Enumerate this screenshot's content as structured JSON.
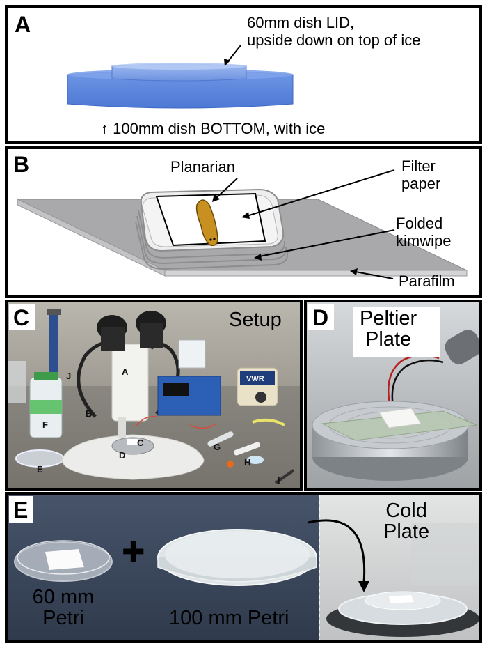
{
  "panel_a": {
    "letter": "A",
    "lid_label_line1": "60mm dish LID,",
    "lid_label_line2": "upside down on top of ice",
    "bottom_label": "100mm dish BOTTOM, with ice",
    "arrow_glyph": "↑"
  },
  "panel_b": {
    "letter": "B",
    "planarian": "Planarian",
    "filter_line1": "Filter",
    "filter_line2": "paper",
    "kimwipe_line1": "Folded",
    "kimwipe_line2": "kimwipe",
    "parafilm": "Parafilm"
  },
  "panel_c": {
    "letter": "C",
    "title": "Setup",
    "parts": [
      "A",
      "B",
      "C",
      "D",
      "E",
      "F",
      "G",
      "H",
      "I",
      "J"
    ],
    "vwr_text": "VWR"
  },
  "panel_d": {
    "letter": "D",
    "title_line1": "Peltier",
    "title_line2": "Plate"
  },
  "panel_e": {
    "letter": "E",
    "dish60_line1": "60 mm",
    "dish60_line2": "Petri",
    "dish100": "100 mm Petri",
    "cold_line1": "Cold",
    "cold_line2": "Plate",
    "plus_glyph": "✚"
  },
  "colors": {
    "dish_blue": "#5b86db",
    "dish_blue_light": "#8fb0ee",
    "panel_c_bg": "#8f8a82",
    "panel_e_bg": "#3d4a5e",
    "planarian": "#c89020"
  }
}
